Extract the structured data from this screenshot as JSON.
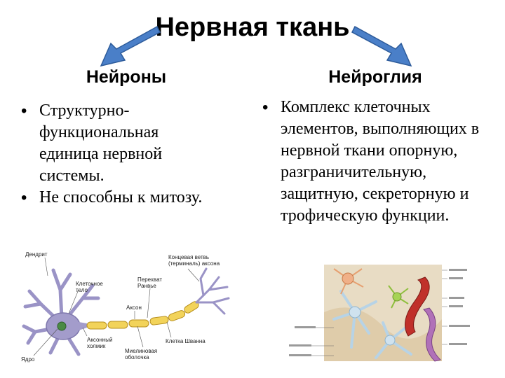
{
  "slide": {
    "title": "Нервная ткань",
    "left": {
      "heading": "Нейроны",
      "bullets": [
        "Структурно-функциональная единица нервной системы.",
        "Не способны к митозу."
      ]
    },
    "right": {
      "heading": "Нейроглия",
      "bullets": [
        "Комплекс клеточных элементов, выполняющих в нервной ткани опорную, разграничительную, защитную, секреторную и трофическую функции."
      ]
    }
  },
  "neuron_figure": {
    "labels": {
      "dendrite": "Дендрит",
      "cell_body_1": "Клеточное",
      "cell_body_2": "тело",
      "axon_terminals_1": "Концевая ветвь",
      "axon_terminals_2": "(терминаль) аксона",
      "ranvier_1": "Перехват",
      "ranvier_2": "Ранвье",
      "axon": "Аксон",
      "axon_hillock_1": "Аксонный",
      "axon_hillock_2": "холмик",
      "schwann": "Клетка Шванна",
      "myelin_1": "Миелиновая",
      "myelin_2": "оболочка",
      "nucleus": "Ядро"
    }
  },
  "glia_figure": {
    "colors": {
      "background": "#e8dcc4",
      "vessel": "#c0302a",
      "astrocyte": "#b7d3e6",
      "neuron": "#e6a070",
      "microglia": "#8fbf3e",
      "ependyma": "#b070b8"
    }
  }
}
